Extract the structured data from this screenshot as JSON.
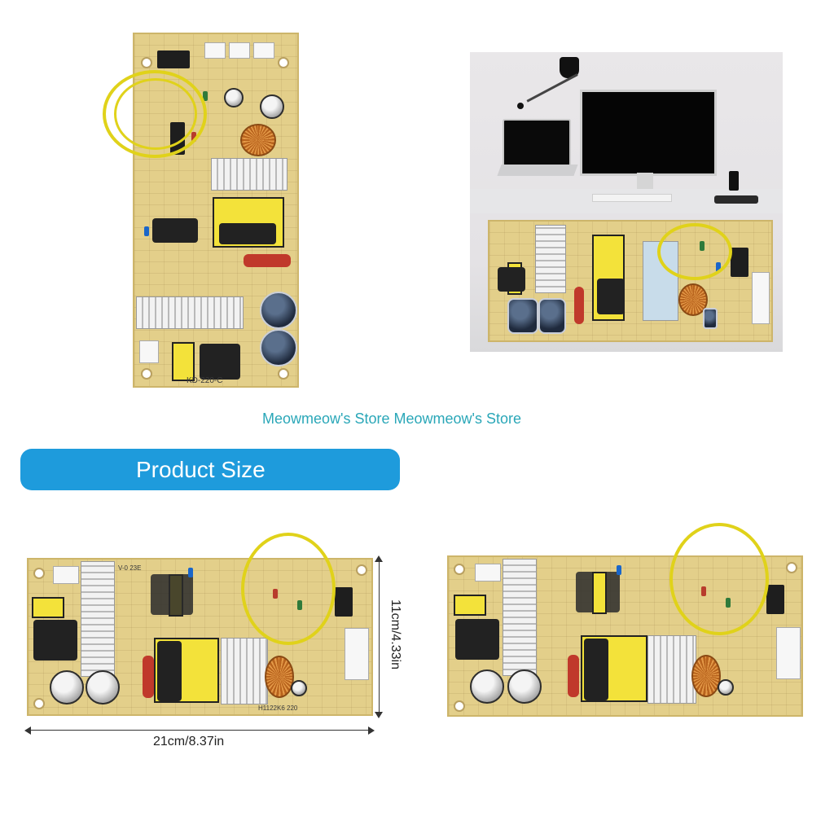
{
  "store_watermark": "Meowmeow's Store Meowmeow's Store",
  "banner": {
    "label": "Product Size",
    "color": "#1e9bdc"
  },
  "dimensions": {
    "width_label": "21cm/8.37in",
    "height_label": "11cm/4.33in"
  },
  "board_markings": {
    "model": "KD-220-C",
    "silk_a": "H1122K6 220",
    "silk_b": "V-0 23E"
  },
  "colors": {
    "pcb": "#e3cf8a",
    "wire": "#e0d21a",
    "watermark": "#2aa7b8"
  }
}
